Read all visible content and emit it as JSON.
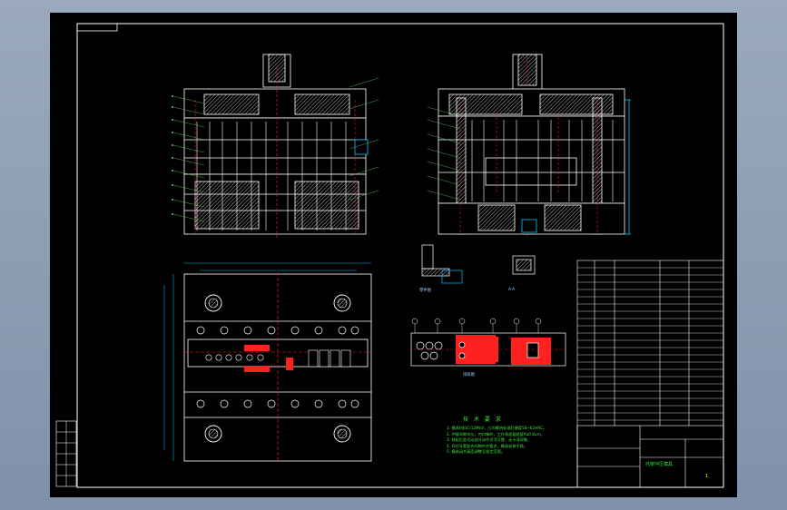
{
  "colors": {
    "background": "#000000",
    "frame": "#ffffff",
    "hatch": "#ffffff",
    "highlight": "#ff2020",
    "dimension": "#00c8ff",
    "notes": "#3fe03f",
    "outer": "#8a9bb3"
  },
  "technical_notes": {
    "title": "技 术 要 求",
    "lines": [
      "1. 模具材料Cr12MoV，凸凹模热处理后硬度58~62HRC。",
      "2. 冲裁间隙均匀，刃口锋利，工作表面粗糙度Ra0.8um。",
      "3. 装配后各活动部分动作灵活可靠，无卡滞现象。",
      "4. 导柱导套配合间隙符合要求，模具安装平稳。",
      "5. 模具闭合高度调整至规定范围。"
    ]
  },
  "title_block": {
    "part_name": "托架冲压模具",
    "sheet": "1"
  },
  "view_captions": {
    "part": "零件图",
    "layout": "排样图",
    "section": "A-A"
  }
}
